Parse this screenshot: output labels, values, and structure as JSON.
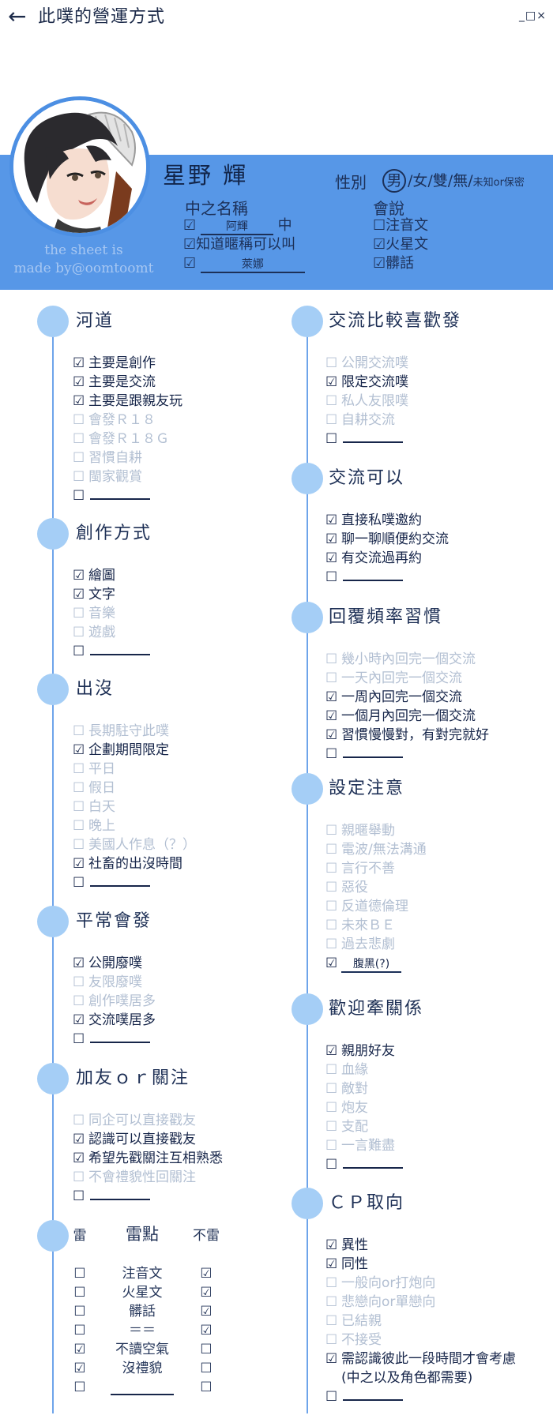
{
  "window": {
    "back_icon": "left-arrow-icon",
    "title": "此噗的營運方式",
    "controls": "_□×"
  },
  "profile": {
    "name": "星野 輝",
    "credit_line1": "the sheet is",
    "credit_line2": "made by@oomtoomt",
    "gender": {
      "label": "性別",
      "selected": "男",
      "options_text": "/女/雙/無/",
      "options_small": "未知or保密"
    },
    "nicknames": {
      "title": "中之名稱",
      "items": [
        {
          "check": "☑",
          "value": "阿輝",
          "suffix": "中"
        },
        {
          "check": "☑",
          "value": "",
          "text": "知道暱稱可以叫"
        },
        {
          "check": "☑",
          "value": "萊娜",
          "suffix": ""
        }
      ]
    },
    "languages": {
      "title": "會說",
      "items": [
        {
          "check": "☐",
          "text": "注音文"
        },
        {
          "check": "☑",
          "text": "火星文"
        },
        {
          "check": "☑",
          "text": "髒話"
        }
      ]
    }
  },
  "left_sections": [
    {
      "title": "河道",
      "items": [
        {
          "check": "☑",
          "text": "主要是創作",
          "on": true
        },
        {
          "check": "☑",
          "text": "主要是交流",
          "on": true
        },
        {
          "check": "☑",
          "text": "主要是跟親友玩",
          "on": true
        },
        {
          "check": "☐",
          "text": "會發Ｒ１８",
          "on": false
        },
        {
          "check": "☐",
          "text": "會發Ｒ１８Ｇ",
          "on": false
        },
        {
          "check": "☐",
          "text": "習慣自耕",
          "on": false
        },
        {
          "check": "☐",
          "text": "閩家觀賞",
          "on": false
        },
        {
          "check": "☐",
          "text": "",
          "blank": true,
          "on": true
        }
      ]
    },
    {
      "title": "創作方式",
      "items": [
        {
          "check": "☑",
          "text": "繪圖",
          "on": true
        },
        {
          "check": "☑",
          "text": "文字",
          "on": true
        },
        {
          "check": "☐",
          "text": "音樂",
          "on": false
        },
        {
          "check": "☐",
          "text": "遊戲",
          "on": false
        },
        {
          "check": "☐",
          "text": "",
          "blank": true,
          "on": true
        }
      ]
    },
    {
      "title": "出沒",
      "items": [
        {
          "check": "☐",
          "text": "長期駐守此噗",
          "on": false
        },
        {
          "check": "☑",
          "text": "企劃期間限定",
          "on": true
        },
        {
          "check": "☐",
          "text": "平日",
          "on": false
        },
        {
          "check": "☐",
          "text": "假日",
          "on": false
        },
        {
          "check": "☐",
          "text": "白天",
          "on": false
        },
        {
          "check": "☐",
          "text": "晚上",
          "on": false
        },
        {
          "check": "☐",
          "text": "美國人作息（？）",
          "on": false
        },
        {
          "check": "☑",
          "text": "社畜的出沒時間",
          "on": true
        },
        {
          "check": "☐",
          "text": "",
          "blank": true,
          "on": true
        }
      ]
    },
    {
      "title": "平常會發",
      "items": [
        {
          "check": "☑",
          "text": "公開廢噗",
          "on": true
        },
        {
          "check": "☐",
          "text": "友限廢噗",
          "on": false
        },
        {
          "check": "☐",
          "text": "創作噗居多",
          "on": false
        },
        {
          "check": "☑",
          "text": "交流噗居多",
          "on": true
        },
        {
          "check": "☐",
          "text": "",
          "blank": true,
          "on": true
        }
      ]
    },
    {
      "title": "加友ｏｒ關注",
      "items": [
        {
          "check": "☐",
          "text": "同企可以直接戳友",
          "on": false
        },
        {
          "check": "☑",
          "text": "認識可以直接戳友",
          "on": true
        },
        {
          "check": "☑",
          "text": "希望先戳關注互相熟悉",
          "on": true
        },
        {
          "check": "☐",
          "text": "不會禮貌性回關注",
          "on": false
        },
        {
          "check": "☐",
          "text": "",
          "blank": true,
          "on": true
        }
      ]
    }
  ],
  "right_sections": [
    {
      "title": "交流比較喜歡發",
      "items": [
        {
          "check": "☐",
          "text": "公開交流噗",
          "on": false
        },
        {
          "check": "☑",
          "text": "限定交流噗",
          "on": true
        },
        {
          "check": "☐",
          "text": "私人友限噗",
          "on": false
        },
        {
          "check": "☐",
          "text": "自耕交流",
          "on": false
        },
        {
          "check": "☐",
          "text": "",
          "blank": true,
          "on": true
        }
      ]
    },
    {
      "title": "交流可以",
      "items": [
        {
          "check": "☑",
          "text": "直接私噗邀約",
          "on": true
        },
        {
          "check": "☑",
          "text": "聊一聊順便約交流",
          "on": true
        },
        {
          "check": "☑",
          "text": "有交流過再約",
          "on": true
        },
        {
          "check": "☐",
          "text": "",
          "blank": true,
          "on": true
        }
      ]
    },
    {
      "title": "回覆頻率習慣",
      "items": [
        {
          "check": "☐",
          "text": "幾小時內回完一個交流",
          "on": false
        },
        {
          "check": "☐",
          "text": "一天內回完一個交流",
          "on": false
        },
        {
          "check": "☑",
          "text": "一周內回完一個交流",
          "on": true
        },
        {
          "check": "☑",
          "text": "一個月內回完一個交流",
          "on": true
        },
        {
          "check": "☑",
          "text": "習慣慢慢對，有對完就好",
          "on": true
        },
        {
          "check": "☐",
          "text": "",
          "blank": true,
          "on": true
        }
      ]
    },
    {
      "title": "設定注意",
      "items": [
        {
          "check": "☐",
          "text": "親暱舉動",
          "on": false
        },
        {
          "check": "☐",
          "text": "電波/無法溝通",
          "on": false
        },
        {
          "check": "☐",
          "text": "言行不善",
          "on": false
        },
        {
          "check": "☐",
          "text": "惡役",
          "on": false
        },
        {
          "check": "☐",
          "text": "反道德倫理",
          "on": false
        },
        {
          "check": "☐",
          "text": "未來ＢＥ",
          "on": false
        },
        {
          "check": "☐",
          "text": "過去悲劇",
          "on": false
        },
        {
          "check": "☑",
          "text": "",
          "fill": "腹黑(?)",
          "on": true
        }
      ]
    },
    {
      "title": "歡迎牽關係",
      "items": [
        {
          "check": "☑",
          "text": "親朋好友",
          "on": true
        },
        {
          "check": "☐",
          "text": "血緣",
          "on": false
        },
        {
          "check": "☐",
          "text": "敵對",
          "on": false
        },
        {
          "check": "☐",
          "text": "炮友",
          "on": false
        },
        {
          "check": "☐",
          "text": "支配",
          "on": false
        },
        {
          "check": "☐",
          "text": "一言難盡",
          "on": false
        },
        {
          "check": "☐",
          "text": "",
          "blank": true,
          "on": true
        }
      ]
    },
    {
      "title": "ＣＰ取向",
      "items": [
        {
          "check": "☑",
          "text": "異性",
          "on": true
        },
        {
          "check": "☑",
          "text": "同性",
          "on": true
        },
        {
          "check": "☐",
          "text": "一般向or打炮向",
          "on": false
        },
        {
          "check": "☐",
          "text": "悲戀向or單戀向",
          "on": false
        },
        {
          "check": "☐",
          "text": "已結親",
          "on": false
        },
        {
          "check": "☐",
          "text": "不接受",
          "on": false
        },
        {
          "check": "☑",
          "text": "需認識彼此一段時間才會考慮",
          "on": true
        },
        {
          "check": "",
          "text": "(中之以及角色都需要)",
          "on": true
        },
        {
          "check": "☐",
          "text": "",
          "blank": true,
          "on": true
        }
      ]
    }
  ],
  "thunder": {
    "left_header": "雷",
    "title": "雷點",
    "right_header": "不雷",
    "rows": [
      {
        "left": "☐",
        "label": "注音文",
        "right": "☑"
      },
      {
        "left": "☐",
        "label": "火星文",
        "right": "☑"
      },
      {
        "left": "☐",
        "label": "髒話",
        "right": "☑"
      },
      {
        "left": "☐",
        "label": "＝＝",
        "right": "☑"
      },
      {
        "left": "☑",
        "label": "不讀空氣",
        "right": "☐"
      },
      {
        "left": "☑",
        "label": "沒禮貌",
        "right": "☐"
      },
      {
        "left": "☐",
        "label": "",
        "right": "☐"
      }
    ]
  },
  "colors": {
    "banner": "#5797e7",
    "dot": "#a5cef6",
    "timeline": "#6ea4ea",
    "text_on": "#17264a",
    "text_off": "#b2bfd2"
  }
}
